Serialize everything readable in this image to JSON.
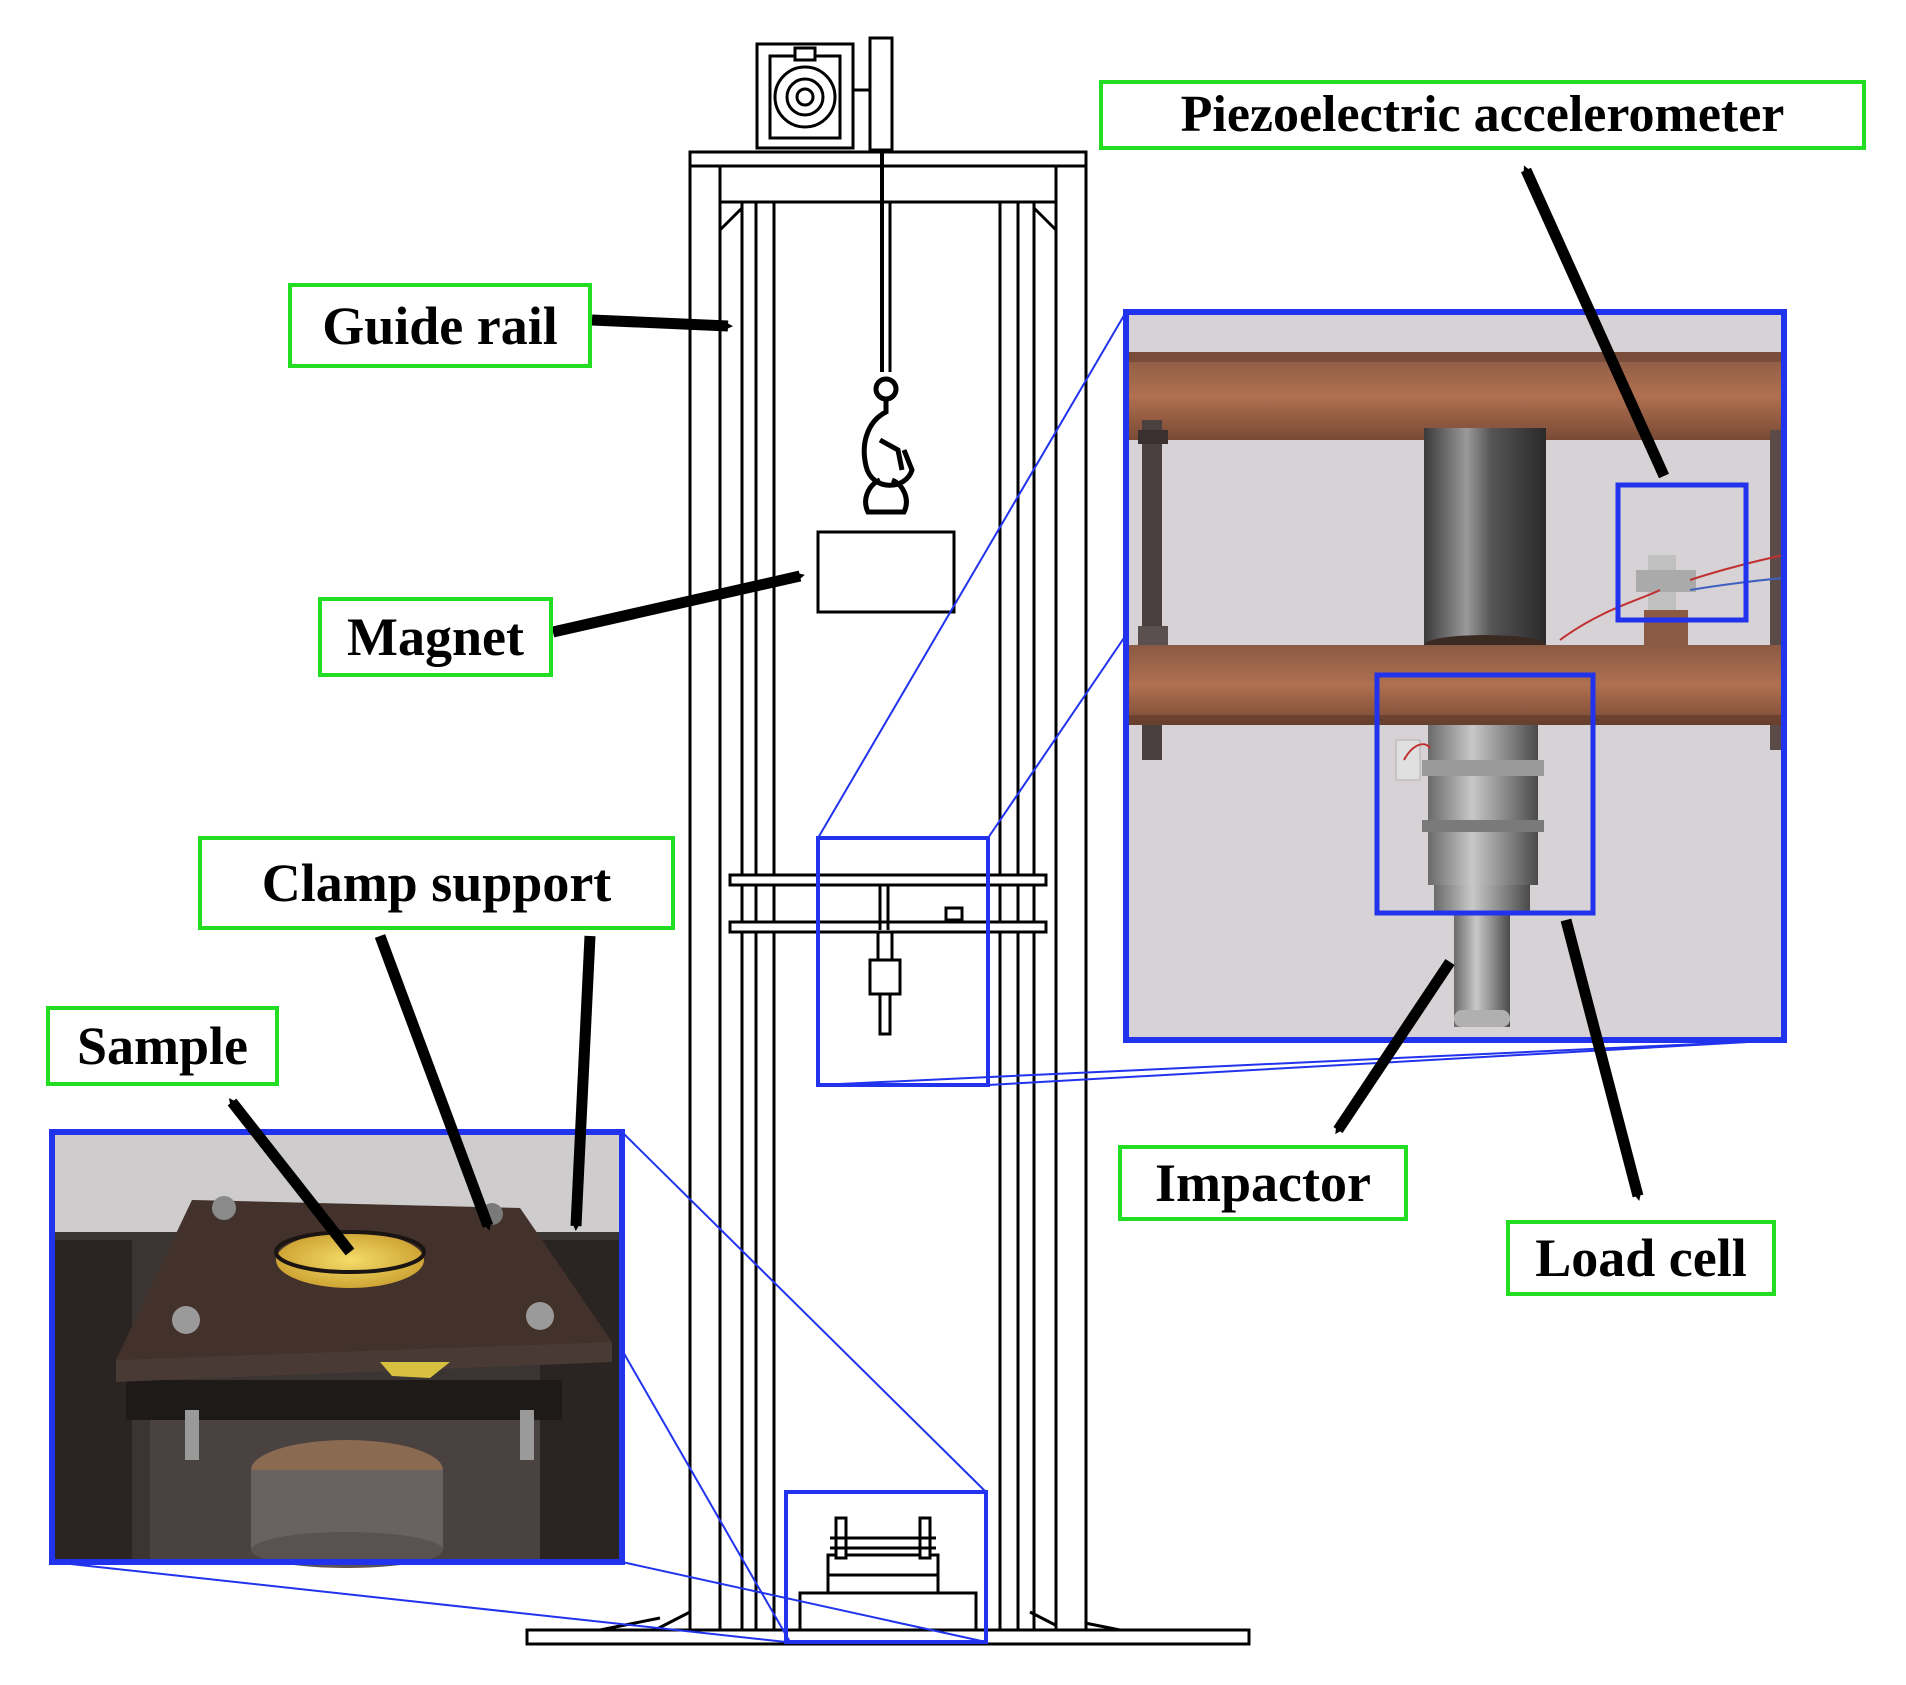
{
  "labels": {
    "piezo": "Piezoelectric accelerometer",
    "guide_rail": "Guide rail",
    "magnet": "Magnet",
    "clamp_support": "Clamp support",
    "sample": "Sample",
    "impactor": "Impactor",
    "load_cell": "Load cell"
  },
  "colors": {
    "label_border": "#22dd22",
    "zoom_frame": "#2233ee",
    "arrow": "#000000",
    "line_art": "#000000",
    "rust": "#9a5a3c",
    "wall": "#d8d4d6",
    "steel": "#8c8c8c",
    "sample_yellow": "#e8c84a"
  },
  "icons": [
    "gear-motor-icon",
    "hook-icon",
    "arrow-icon"
  ]
}
